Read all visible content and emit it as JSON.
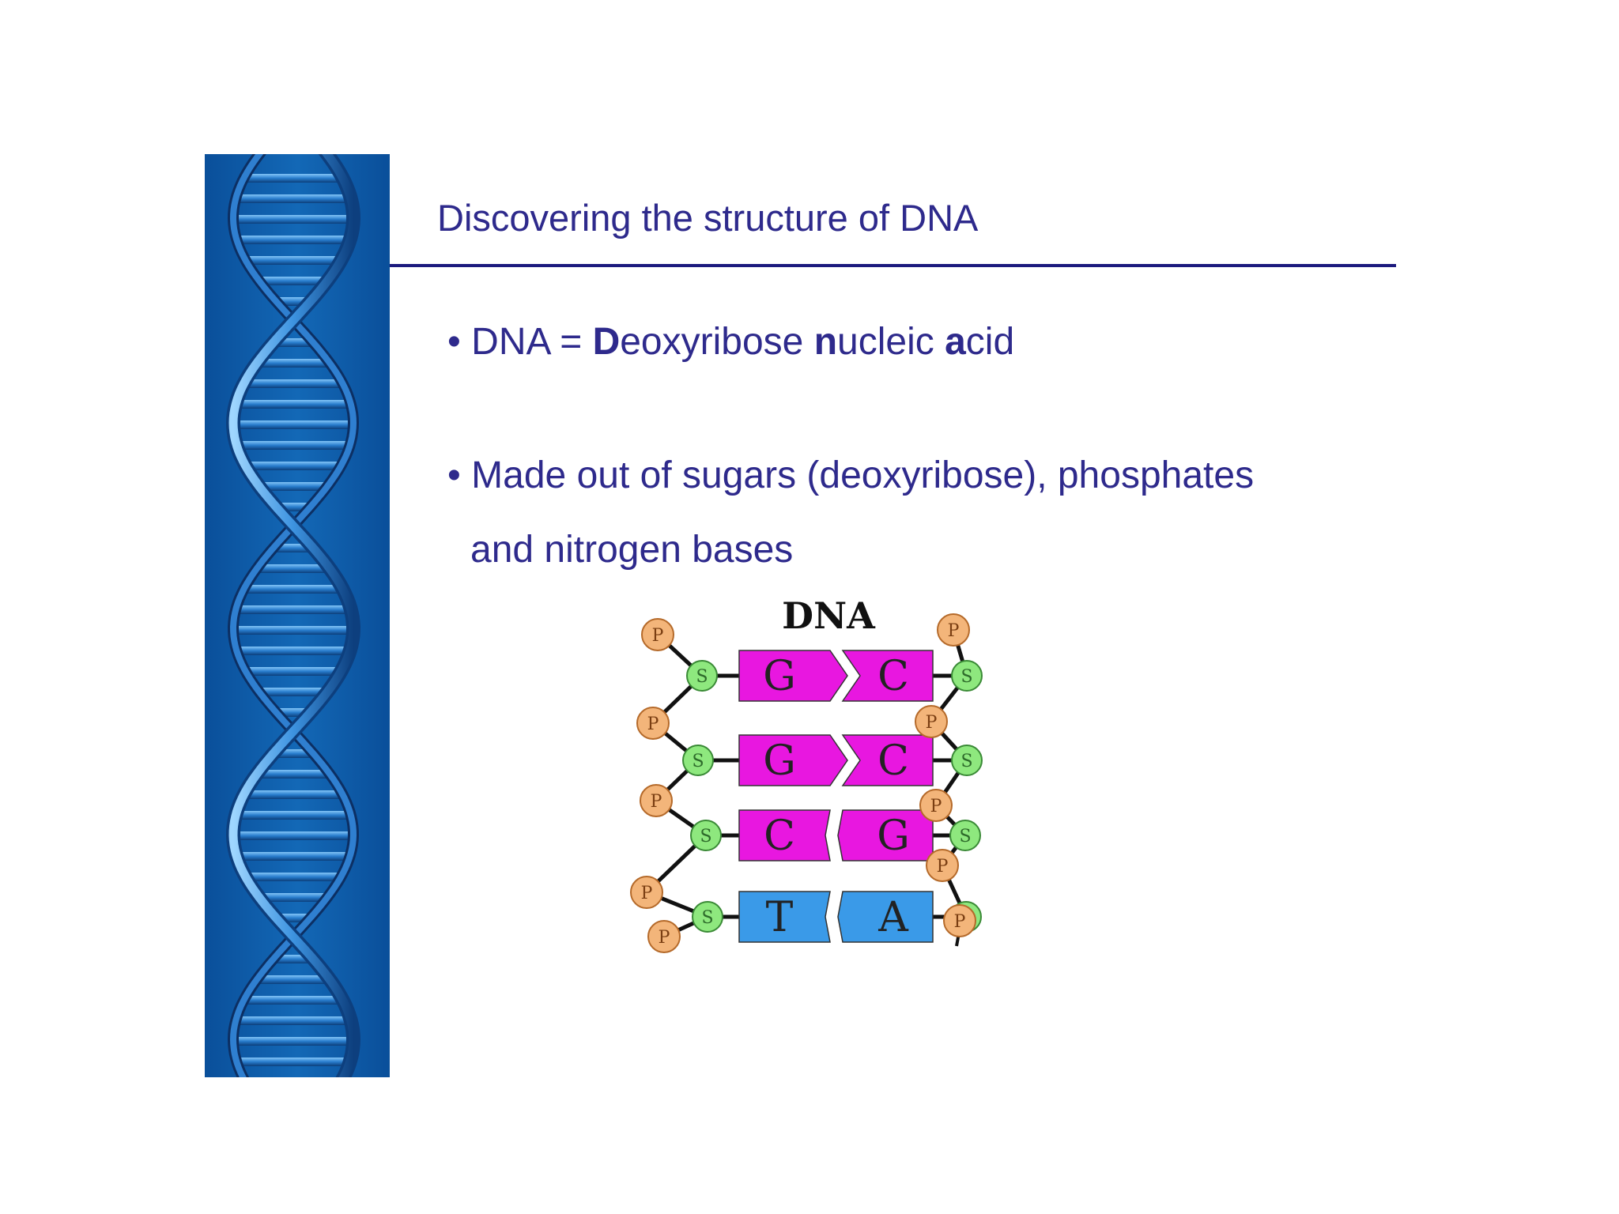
{
  "slide": {
    "title": "Discovering the structure of DNA",
    "bullets": [
      {
        "symbol": "•",
        "parts": [
          {
            "text": "DNA = ",
            "bold": false
          },
          {
            "text": "D",
            "bold": true
          },
          {
            "text": "eoxyribose ",
            "bold": false
          },
          {
            "text": "n",
            "bold": true
          },
          {
            "text": "ucleic ",
            "bold": false
          },
          {
            "text": "a",
            "bold": true
          },
          {
            "text": "cid",
            "bold": false
          }
        ]
      },
      {
        "symbol": "•",
        "lines": [
          "Made out of sugars (deoxyribose), phosphates",
          "and nitrogen bases"
        ]
      }
    ]
  },
  "diagram": {
    "title": "DNA",
    "phosphate_label": "P",
    "sugar_label": "S",
    "pairs": [
      {
        "left": "G",
        "right": "C",
        "color": "#e817e0"
      },
      {
        "left": "G",
        "right": "C",
        "color": "#e817e0"
      },
      {
        "left": "C",
        "right": "G",
        "color": "#e817e0"
      },
      {
        "left": "T",
        "right": "A",
        "color": "#3a9ae8"
      }
    ],
    "colors": {
      "phosphate": "#f3b57a",
      "sugar": "#8ee87e",
      "backbone": "#111111"
    }
  },
  "theme": {
    "text": "#2e2a8c",
    "rule": "#1c1a7e",
    "panel_dark": "#0a4f9a",
    "panel_light": "#5bb2f0"
  }
}
